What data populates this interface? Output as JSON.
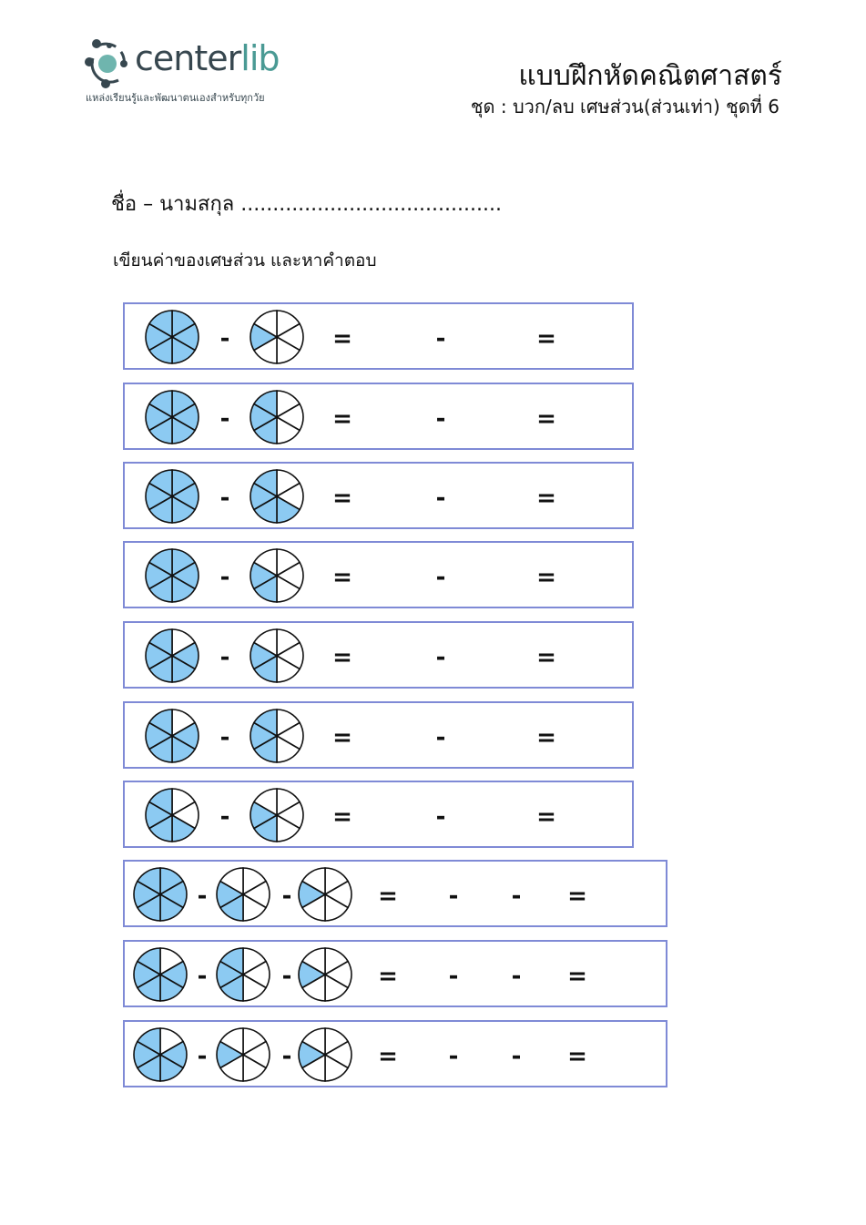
{
  "logo": {
    "brand_main": "center",
    "brand_accent": "lib",
    "tagline": "แหล่งเรียนรู้และพัฒนาตนเองสำหรับทุกวัย"
  },
  "header": {
    "title": "แบบฝึกหัดคณิตศาสตร์",
    "subtitle": "ชุด : บวก/ลบ เศษส่วน(ส่วนเท่า) ชุดที่ 6"
  },
  "name_line": "ชื่อ – นามสกุล .........................................",
  "instruction": "เขียนค่าของเศษส่วน และหาคำตอบ",
  "colors": {
    "fill": "#8ccaf2",
    "border": "#7f8ad6"
  },
  "symbols": {
    "minus": "-",
    "equals": "="
  },
  "slices_per_circle": 6,
  "problems": [
    {
      "circles": [
        [
          0,
          1,
          2,
          3,
          4,
          5
        ],
        [
          4
        ]
      ]
    },
    {
      "circles": [
        [
          0,
          1,
          2,
          3,
          4,
          5
        ],
        [
          3,
          4,
          5
        ]
      ]
    },
    {
      "circles": [
        [
          0,
          1,
          2,
          3,
          4,
          5
        ],
        [
          2,
          3,
          4,
          5
        ]
      ]
    },
    {
      "circles": [
        [
          0,
          1,
          2,
          3,
          4,
          5
        ],
        [
          3,
          4
        ]
      ]
    },
    {
      "circles": [
        [
          1,
          2,
          3,
          4,
          5
        ],
        [
          3,
          4
        ]
      ]
    },
    {
      "circles": [
        [
          1,
          2,
          3,
          4,
          5
        ],
        [
          3,
          4,
          5
        ]
      ]
    },
    {
      "circles": [
        [
          2,
          3,
          4,
          5
        ],
        [
          3,
          4
        ]
      ]
    },
    {
      "circles": [
        [
          0,
          1,
          2,
          3,
          4,
          5
        ],
        [
          3,
          4
        ],
        [
          4
        ]
      ]
    },
    {
      "circles": [
        [
          1,
          2,
          3,
          4,
          5
        ],
        [
          3,
          4,
          5
        ],
        [
          4
        ]
      ]
    },
    {
      "circles": [
        [
          1,
          2,
          3,
          4,
          5
        ],
        [
          4
        ],
        [
          4
        ]
      ]
    }
  ]
}
